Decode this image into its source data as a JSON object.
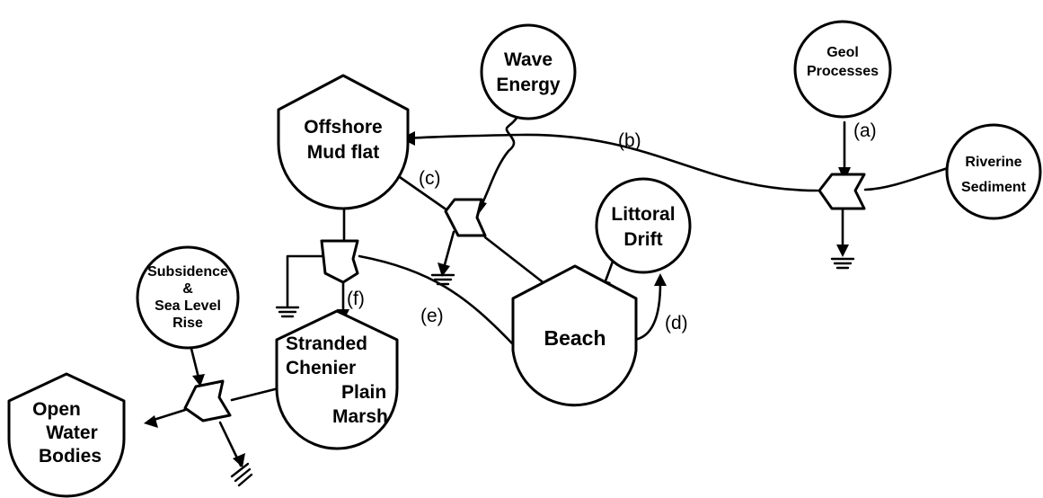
{
  "nodes": {
    "geol": [
      "Geol",
      "Processes"
    ],
    "wave": [
      "Wave",
      "Energy"
    ],
    "riverine": [
      "Riverine",
      "Sediment"
    ],
    "littoral": [
      "Littoral",
      "Drift"
    ],
    "subsidence": [
      "Subsidence",
      "&",
      "Sea Level",
      "Rise"
    ],
    "offshore": [
      "Offshore",
      "Mud flat"
    ],
    "beach": [
      "Beach"
    ],
    "stranded": [
      "Stranded",
      "Chenier",
      "Plain",
      "Marsh"
    ],
    "open_water": [
      "Open",
      "Water",
      "Bodies"
    ]
  },
  "flows": {
    "a": "(a)",
    "b": "(b)",
    "c": "(c)",
    "d": "(d)",
    "e": "(e)",
    "f": "(f)"
  }
}
